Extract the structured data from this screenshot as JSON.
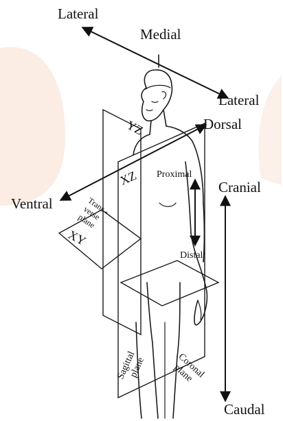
{
  "labels": {
    "lateral_top": "Lateral",
    "medial": "Medial",
    "lateral_right": "Lateral",
    "dorsal": "Dorsal",
    "ventral": "Ventral",
    "cranial": "Cranial",
    "caudal": "Caudal",
    "proximal": "Proximal",
    "distal": "Distal",
    "yz": "YZ",
    "xz": "XZ",
    "xy": "XY",
    "transverse_line1": "Trans -",
    "transverse_line2": "verse",
    "transverse_line3": "plane",
    "sagittal_line1": "Sagittal",
    "sagittal_line2": "plane",
    "coronal_line1": "Coronal",
    "coronal_line2": "plane"
  },
  "colors": {
    "ink": "#111111",
    "background": "#ffffff",
    "watermark": "#f6d9c8"
  }
}
